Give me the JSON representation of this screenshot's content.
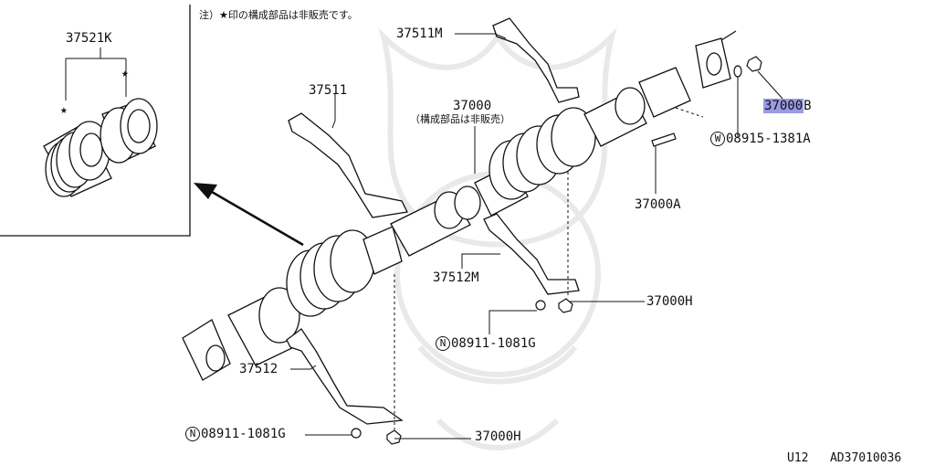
{
  "inset": {
    "part_label": "37521K"
  },
  "note": "注）★印の構成部品は非販売です。",
  "assembly": {
    "part_label": "37000",
    "sub_note": "（構成部品は非販売）"
  },
  "labels": {
    "p37511M": "37511M",
    "p37511": "37511",
    "p37000B_prefix": "37000",
    "p37000B_suffix": "B",
    "w_mark": "W",
    "p08915": "08915-1381A",
    "p37000A": "37000A",
    "p37512M": "37512M",
    "p37000H_upper": "37000H",
    "n_mark_upper": "N",
    "p08911_upper": "08911-1081G",
    "p37512": "37512",
    "n_mark_lower": "N",
    "p08911_lower": "08911-1081G",
    "p37000H_lower": "37000H"
  },
  "footer": {
    "model": "U12",
    "diagram_code": "AD37010036"
  },
  "colors": {
    "highlight": "#9a9ae8",
    "line": "#111111",
    "watermark": "#e8e8e8"
  }
}
